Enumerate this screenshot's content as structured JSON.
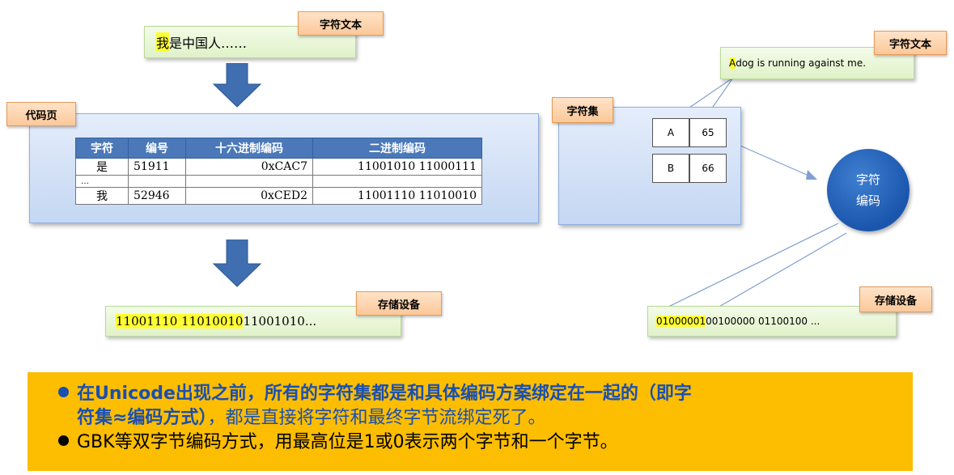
{
  "left": {
    "char_text_tag": "字符文本",
    "char_text_highlight": "我",
    "char_text_rest": "是中国人……",
    "code_page_tag": "代码页",
    "table": {
      "headers": [
        "字符",
        "编号",
        "十六进制编码",
        "二进制编码"
      ],
      "rows": [
        [
          "是",
          "51911",
          "0xCAC7",
          "11001010 11000111"
        ],
        [
          "…",
          "",
          "",
          ""
        ],
        [
          "我",
          "52946",
          "0xCED2",
          "11001110 11010010"
        ]
      ]
    },
    "storage_tag": "存储设备",
    "storage_highlight": "11001110 11010010",
    "storage_rest": " 11001010..."
  },
  "right": {
    "char_text_tag": "字符文本",
    "char_text_highlight": "A",
    "char_text_rest": " dog is running against me.",
    "charset_tag": "字符集",
    "charset": [
      [
        "A",
        "65"
      ],
      [
        "B",
        "66"
      ]
    ],
    "encoding_line1": "字符",
    "encoding_line2": "编码",
    "storage_tag": "存储设备",
    "storage_highlight": "01000001",
    "storage_rest": " 00100000 01100100 ..."
  },
  "notes": {
    "line1_prefix": "在",
    "line1_keyword": "Unicode",
    "line1_suffix": "出现之前，所有的字符集都是和具体编码方案绑定在一起的（即字",
    "line2_bold": "符集≈编码方式）",
    "line2_rest": "，都是直接将字符和最终字节流绑定死了。",
    "line3": "GBK等双字节编码方式，用最高位是1或0表示两个字节和一个字节。",
    "bullet1_color": "#1a4fb0",
    "bullet2_color": "#000000"
  },
  "colors": {
    "highlight": "#ffff33",
    "bottom_band": "#fdbd00",
    "arrow": "#3f6fb0"
  }
}
